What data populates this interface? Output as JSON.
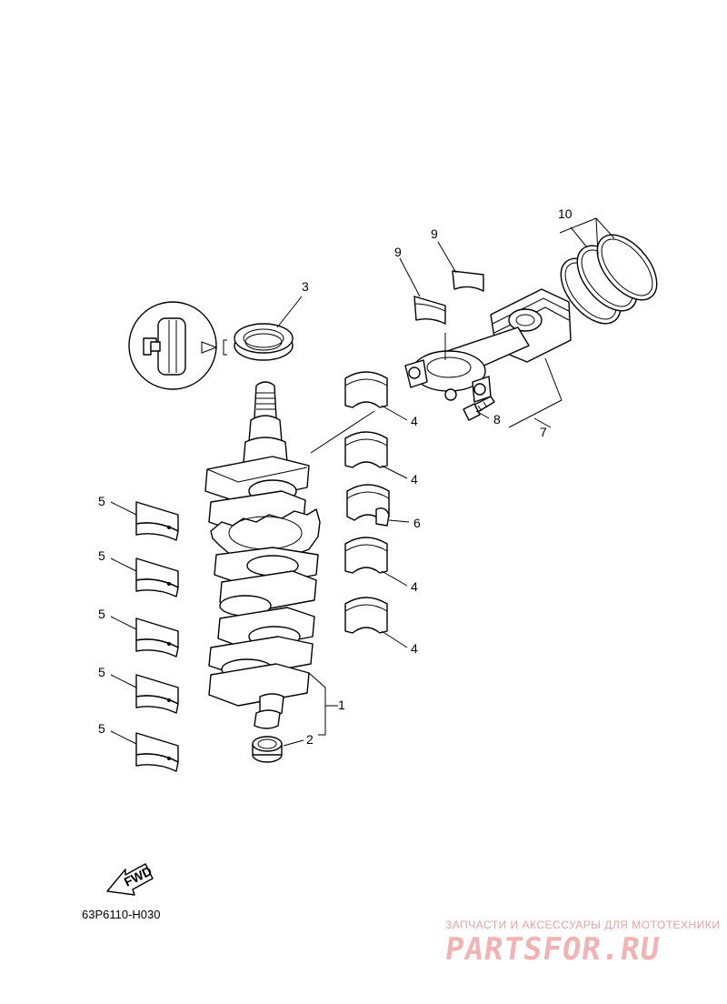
{
  "callouts": {
    "c1": "1",
    "c2": "2",
    "c3": "3",
    "c4a": "4",
    "c4b": "4",
    "c4c": "4",
    "c4d": "4",
    "c5a": "5",
    "c5b": "5",
    "c5c": "5",
    "c5d": "5",
    "c5e": "5",
    "c6": "6",
    "c7": "7",
    "c8": "8",
    "c9a": "9",
    "c9b": "9",
    "c10": "10"
  },
  "fwd_label": "FWD",
  "diagram_code": "63P6110-H030",
  "watermark": {
    "tagline": "ЗАПЧАСТИ И АКСЕССУАРЫ ДЛЯ МОТОТЕХНИКИ",
    "logo": "PARTSFOR.RU"
  },
  "colors": {
    "line": "#000000",
    "background": "#ffffff",
    "watermark": "#f0b4b4"
  }
}
